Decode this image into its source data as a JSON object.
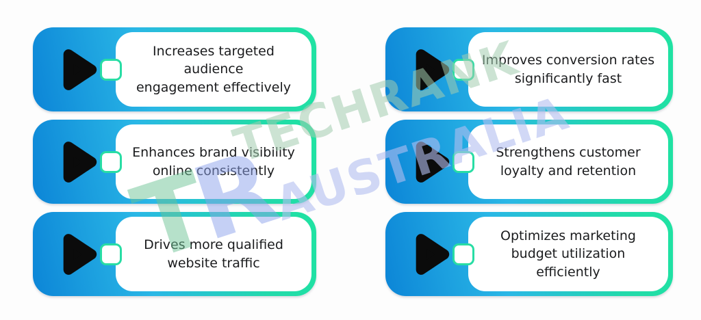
{
  "watermark": {
    "brand_line1": "TECHRANK",
    "brand_line2": "AUSTRALIA",
    "logo_monogram_t": "T",
    "logo_monogram_r": "R"
  },
  "colors": {
    "card_gradient_start": "#0c85d7",
    "card_gradient_mid": "#2ab7e6",
    "card_gradient_end": "#20e3a2",
    "connector_border": "#28dda4",
    "play_icon": "#0b0b0b",
    "text": "#1a1b1d",
    "watermark_green": "#cfe5d6",
    "watermark_blue": "#d1d8f3",
    "background": "#fdfdfd"
  },
  "cards": [
    {
      "id": "benefit-1",
      "lines": [
        "Increases targeted",
        "audience",
        "engagement effectively"
      ]
    },
    {
      "id": "benefit-2",
      "lines": [
        "Improves conversion rates",
        "significantly fast"
      ]
    },
    {
      "id": "benefit-3",
      "lines": [
        "Enhances brand visibility",
        "online consistently"
      ]
    },
    {
      "id": "benefit-4",
      "lines": [
        "Strengthens customer",
        "loyalty and retention"
      ]
    },
    {
      "id": "benefit-5",
      "lines": [
        "Drives more qualified",
        "website traffic"
      ]
    },
    {
      "id": "benefit-6",
      "lines": [
        "Optimizes marketing",
        "budget utilization",
        "efficiently"
      ]
    }
  ]
}
